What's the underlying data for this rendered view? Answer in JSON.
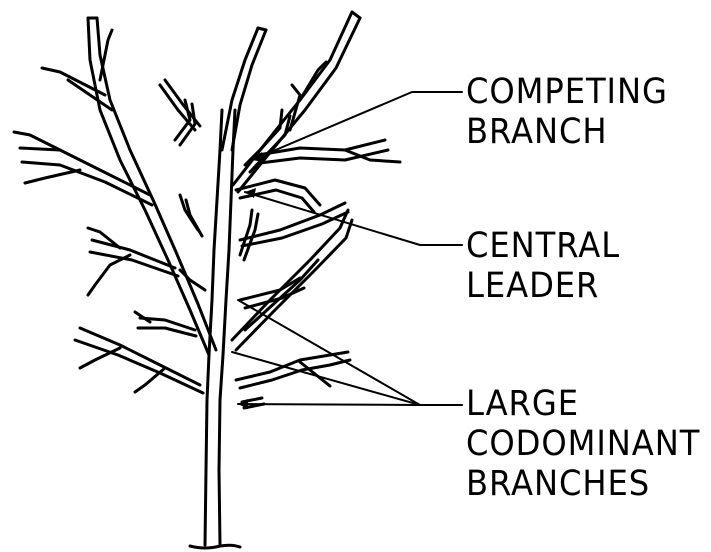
{
  "labels": {
    "competing_branch": {
      "line1": "COMPETING",
      "line2": "BRANCH"
    },
    "central_leader": {
      "line1": "CENTRAL",
      "line2": "LEADER"
    },
    "codominant": {
      "line1": "LARGE",
      "line2": "CODOMINANT",
      "line3": "BRANCHES"
    }
  },
  "colors": {
    "ink": "#000000",
    "paper": "#ffffff"
  }
}
